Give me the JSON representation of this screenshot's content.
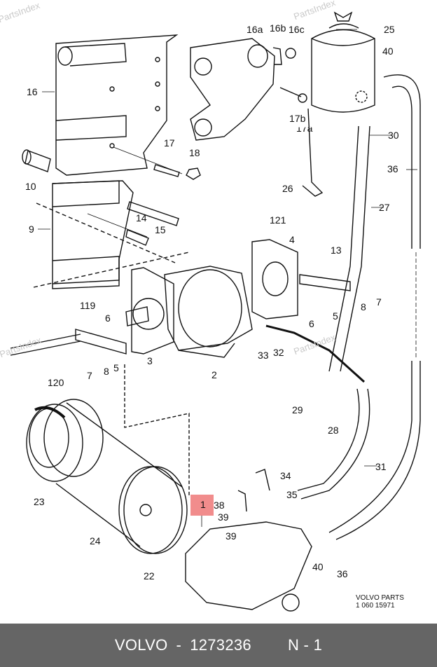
{
  "diagram": {
    "title": "Power steering pump, reservoir and hoses",
    "watermark": "PartsIndex",
    "highlighted_part": "1",
    "callouts": [
      {
        "id": "c16",
        "text": "16"
      },
      {
        "id": "c10",
        "text": "10"
      },
      {
        "id": "c17",
        "text": "17"
      },
      {
        "id": "c18",
        "text": "18"
      },
      {
        "id": "c16a",
        "text": "16a"
      },
      {
        "id": "c16b",
        "text": "16b"
      },
      {
        "id": "c16c",
        "text": "16c"
      },
      {
        "id": "c17b",
        "text": "17b"
      },
      {
        "id": "c17a",
        "text": "17a"
      },
      {
        "id": "c25",
        "text": "25"
      },
      {
        "id": "c40a",
        "text": "40"
      },
      {
        "id": "c30",
        "text": "30"
      },
      {
        "id": "c36a",
        "text": "36"
      },
      {
        "id": "c26",
        "text": "26"
      },
      {
        "id": "c27",
        "text": "27"
      },
      {
        "id": "c9",
        "text": "9"
      },
      {
        "id": "c14",
        "text": "14"
      },
      {
        "id": "c15",
        "text": "15"
      },
      {
        "id": "c121",
        "text": "121"
      },
      {
        "id": "c4",
        "text": "4"
      },
      {
        "id": "c13",
        "text": "13"
      },
      {
        "id": "c119",
        "text": "119"
      },
      {
        "id": "c6a",
        "text": "6"
      },
      {
        "id": "c6b",
        "text": "6"
      },
      {
        "id": "c5a",
        "text": "5"
      },
      {
        "id": "c8a",
        "text": "8"
      },
      {
        "id": "c7a",
        "text": "7"
      },
      {
        "id": "c120",
        "text": "120"
      },
      {
        "id": "c7b",
        "text": "7"
      },
      {
        "id": "c8b",
        "text": "8"
      },
      {
        "id": "c5b",
        "text": "5"
      },
      {
        "id": "c3",
        "text": "3"
      },
      {
        "id": "c2",
        "text": "2"
      },
      {
        "id": "c33",
        "text": "33"
      },
      {
        "id": "c32",
        "text": "32"
      },
      {
        "id": "c29",
        "text": "29"
      },
      {
        "id": "c28",
        "text": "28"
      },
      {
        "id": "c23",
        "text": "23"
      },
      {
        "id": "c24",
        "text": "24"
      },
      {
        "id": "c22",
        "text": "22"
      },
      {
        "id": "c1",
        "text": "1"
      },
      {
        "id": "c34",
        "text": "34"
      },
      {
        "id": "c35",
        "text": "35"
      },
      {
        "id": "c38",
        "text": "38"
      },
      {
        "id": "c39a",
        "text": "39"
      },
      {
        "id": "c39b",
        "text": "39"
      },
      {
        "id": "c31",
        "text": "31"
      },
      {
        "id": "c40b",
        "text": "40"
      },
      {
        "id": "c36b",
        "text": "36"
      }
    ],
    "stamp": {
      "line1": "VOLVO  PARTS",
      "line2": "1  060   15971"
    }
  },
  "footer": {
    "brand": "VOLVO",
    "separator": "-",
    "part_number": "1273236",
    "position_label": "N - 1"
  }
}
